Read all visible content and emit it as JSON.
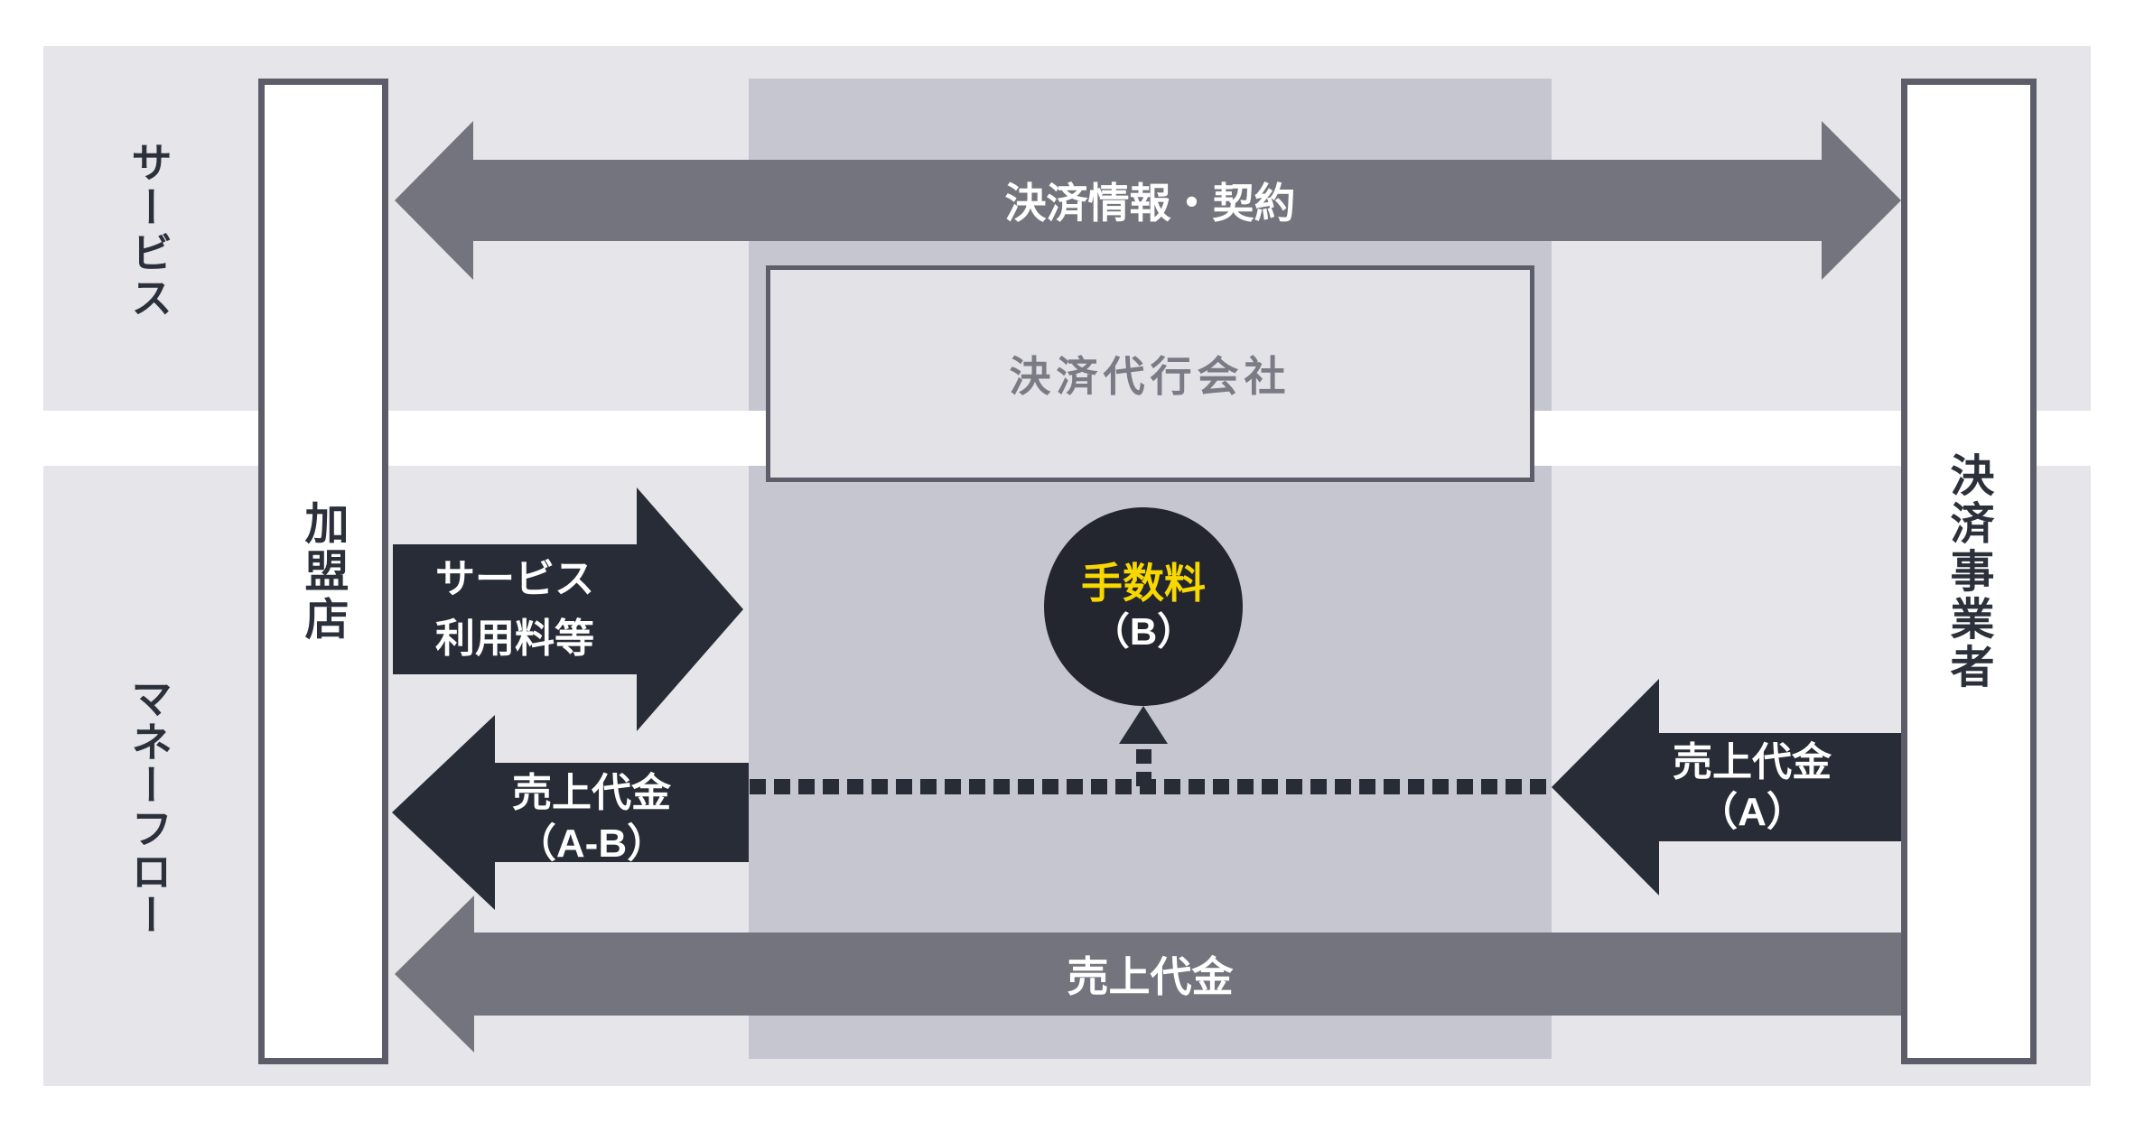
{
  "diagram": {
    "row_labels": {
      "top": "サービス",
      "bottom": "マネーフロー"
    },
    "entities": {
      "merchant": "加盟店",
      "agency": "決済代行会社",
      "processor": "決済事業者"
    },
    "flows": {
      "info_contract": "決済情報・契約",
      "service_fee": {
        "line1": "サービス",
        "line2": "利用料等"
      },
      "sales_ab": {
        "line1": "売上代金",
        "line2": "（A-B）"
      },
      "sales_a": {
        "line1": "売上代金",
        "line2": "（A）"
      },
      "sales_bottom": "売上代金",
      "fee": {
        "line1": "手数料",
        "line2": "（B）"
      }
    },
    "colors": {
      "white": "#ffffff",
      "band": "#e6e6ea",
      "column": "#c6c6d0",
      "box_fill": "#e2e2e7",
      "box_border": "#5d5d69",
      "arrow_gray": "#74747e",
      "arrow_dark": "#282c37",
      "circle": "#23262f",
      "yellow": "#f7d800",
      "text_dark": "#2b303b",
      "agency_text": "#7b7b86"
    }
  }
}
